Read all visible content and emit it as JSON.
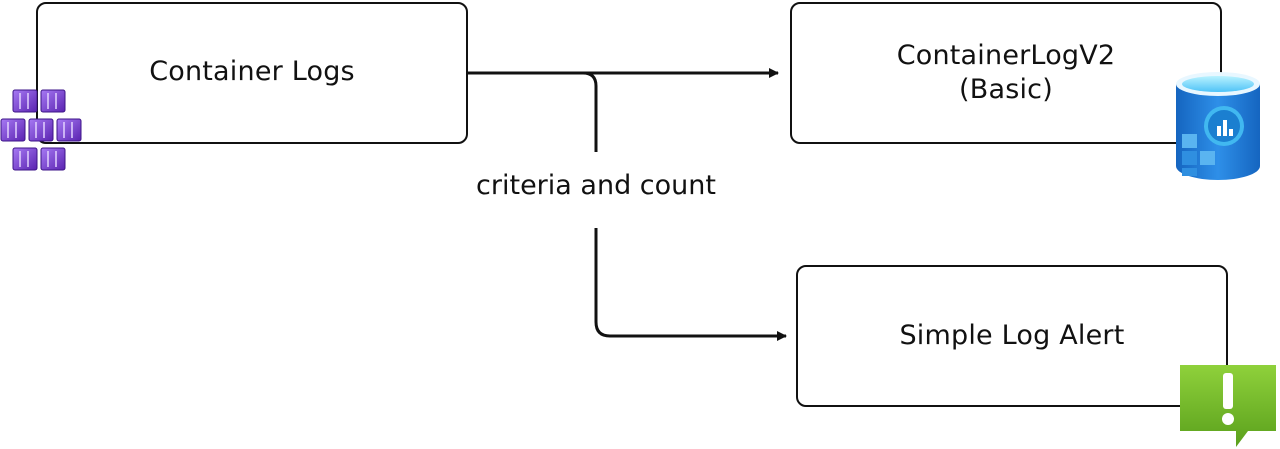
{
  "nodes": {
    "container_logs": {
      "label": "Container Logs"
    },
    "containerlogv2": {
      "label_line1": "ContainerLogV2",
      "label_line2": "(Basic)"
    },
    "alert": {
      "label": "Simple Log Alert"
    }
  },
  "edge_label": "criteria and count",
  "icons": {
    "source": "containers-icon",
    "destination": "log-analytics-database-icon",
    "alert": "alert-icon"
  },
  "colors": {
    "containers_purple": "#7b3fd1",
    "database_blue": "#1f7fd6",
    "alert_green": "#7cc02a",
    "stroke": "#111111"
  }
}
